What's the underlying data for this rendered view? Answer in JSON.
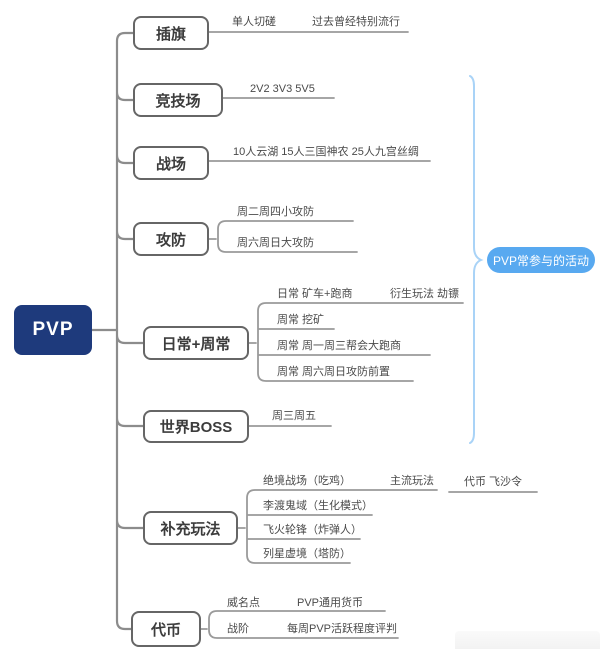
{
  "root": {
    "label": "PVP"
  },
  "branches": [
    {
      "label": "插旗",
      "leaves": {
        "l1": "单人切磋",
        "l1b": "过去曾经特别流行"
      }
    },
    {
      "label": "竞技场",
      "leaves": {
        "l1": "2V2 3V3 5V5"
      }
    },
    {
      "label": "战场",
      "leaves": {
        "l1": "10人云湖 15人三国神农 25人九宫丝绸"
      }
    },
    {
      "label": "攻防",
      "leaves": {
        "l1": "周二周四小攻防",
        "l2": "周六周日大攻防"
      }
    },
    {
      "label": "日常+周常",
      "leaves": {
        "l1": "日常 矿车+跑商",
        "l1b": "衍生玩法 劫镖",
        "l2": "周常 挖矿",
        "l3": "周常 周一周三帮会大跑商",
        "l4": "周常 周六周日攻防前置"
      }
    },
    {
      "label": "世界BOSS",
      "leaves": {
        "l1": "周三周五"
      }
    },
    {
      "label": "补充玩法",
      "leaves": {
        "l1": "绝境战场（吃鸡）",
        "l1b": "主流玩法",
        "l1c": "代币 飞沙令",
        "l2": "李渡鬼域（生化模式）",
        "l3": "飞火轮锋（炸弹人）",
        "l4": "列星虚境（塔防）"
      }
    },
    {
      "label": "代币",
      "leaves": {
        "l1": "威名点",
        "l1b": "PVP通用货币",
        "l2": "战阶",
        "l2b": "每周PVP活跃程度评判"
      }
    }
  ],
  "callout": {
    "label": "PVP常参与的活动"
  },
  "colors": {
    "root_bg": "#1e3a7c",
    "node_border": "#666666",
    "line": "#8c8c8c",
    "text": "#4a4a4a",
    "callout_bg": "#58a9f0",
    "brace": "#a9d3f7"
  }
}
